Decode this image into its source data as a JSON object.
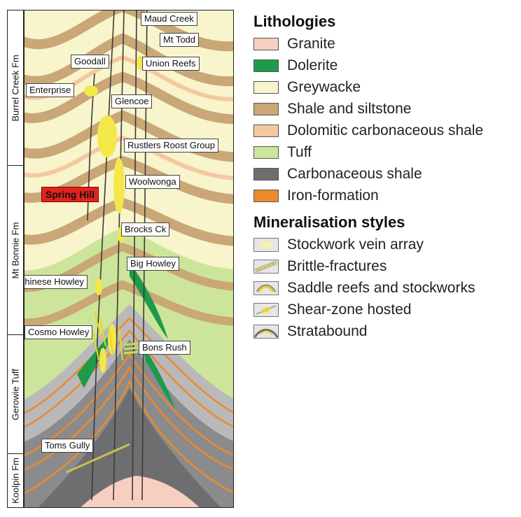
{
  "formations": [
    {
      "name": "Burrel Creek Fm"
    },
    {
      "name": "Mt Bonnie Fm"
    },
    {
      "name": "Gerowie Tuff"
    },
    {
      "name": "Koolpin Fm"
    }
  ],
  "deposits": [
    {
      "name": "Maud Creek"
    },
    {
      "name": "Mt Todd"
    },
    {
      "name": "Goodall"
    },
    {
      "name": "Union Reefs"
    },
    {
      "name": "Enterprise"
    },
    {
      "name": "Glencoe"
    },
    {
      "name": "Rustlers Roost Group"
    },
    {
      "name": "Spring Hill",
      "highlight": true
    },
    {
      "name": "Woolwonga"
    },
    {
      "name": "Brocks Ck"
    },
    {
      "name": "Big Howley"
    },
    {
      "name": "Chinese Howley"
    },
    {
      "name": "Cosmo Howley"
    },
    {
      "name": "Bons Rush"
    },
    {
      "name": "Toms Gully"
    }
  ],
  "legend": {
    "lithologies_title": "Lithologies",
    "lithologies": [
      {
        "label": "Granite",
        "color": "#f6cfc1"
      },
      {
        "label": "Dolerite",
        "color": "#1f9a4a"
      },
      {
        "label": "Greywacke",
        "color": "#f8f4cc"
      },
      {
        "label": "Shale and siltstone",
        "color": "#c9a776"
      },
      {
        "label": "Dolomitic carbonaceous shale",
        "color": "#f4c8a0"
      },
      {
        "label": "Tuff",
        "color": "#cde59a"
      },
      {
        "label": "Carbonaceous shale",
        "color": "#6e6e70"
      },
      {
        "label": "Iron-formation",
        "color": "#ec8a2c"
      }
    ],
    "mineralisation_title": "Mineralisation styles",
    "mineralisation": [
      {
        "label": "Stockwork vein array",
        "icon": "stockwork-vein-icon"
      },
      {
        "label": "Brittle-fractures",
        "icon": "brittle-fracture-icon"
      },
      {
        "label": "Saddle reefs and stockworks",
        "icon": "saddle-reef-icon"
      },
      {
        "label": "Shear-zone hosted",
        "icon": "shear-zone-icon"
      },
      {
        "label": "Stratabound",
        "icon": "stratabound-icon"
      }
    ]
  }
}
